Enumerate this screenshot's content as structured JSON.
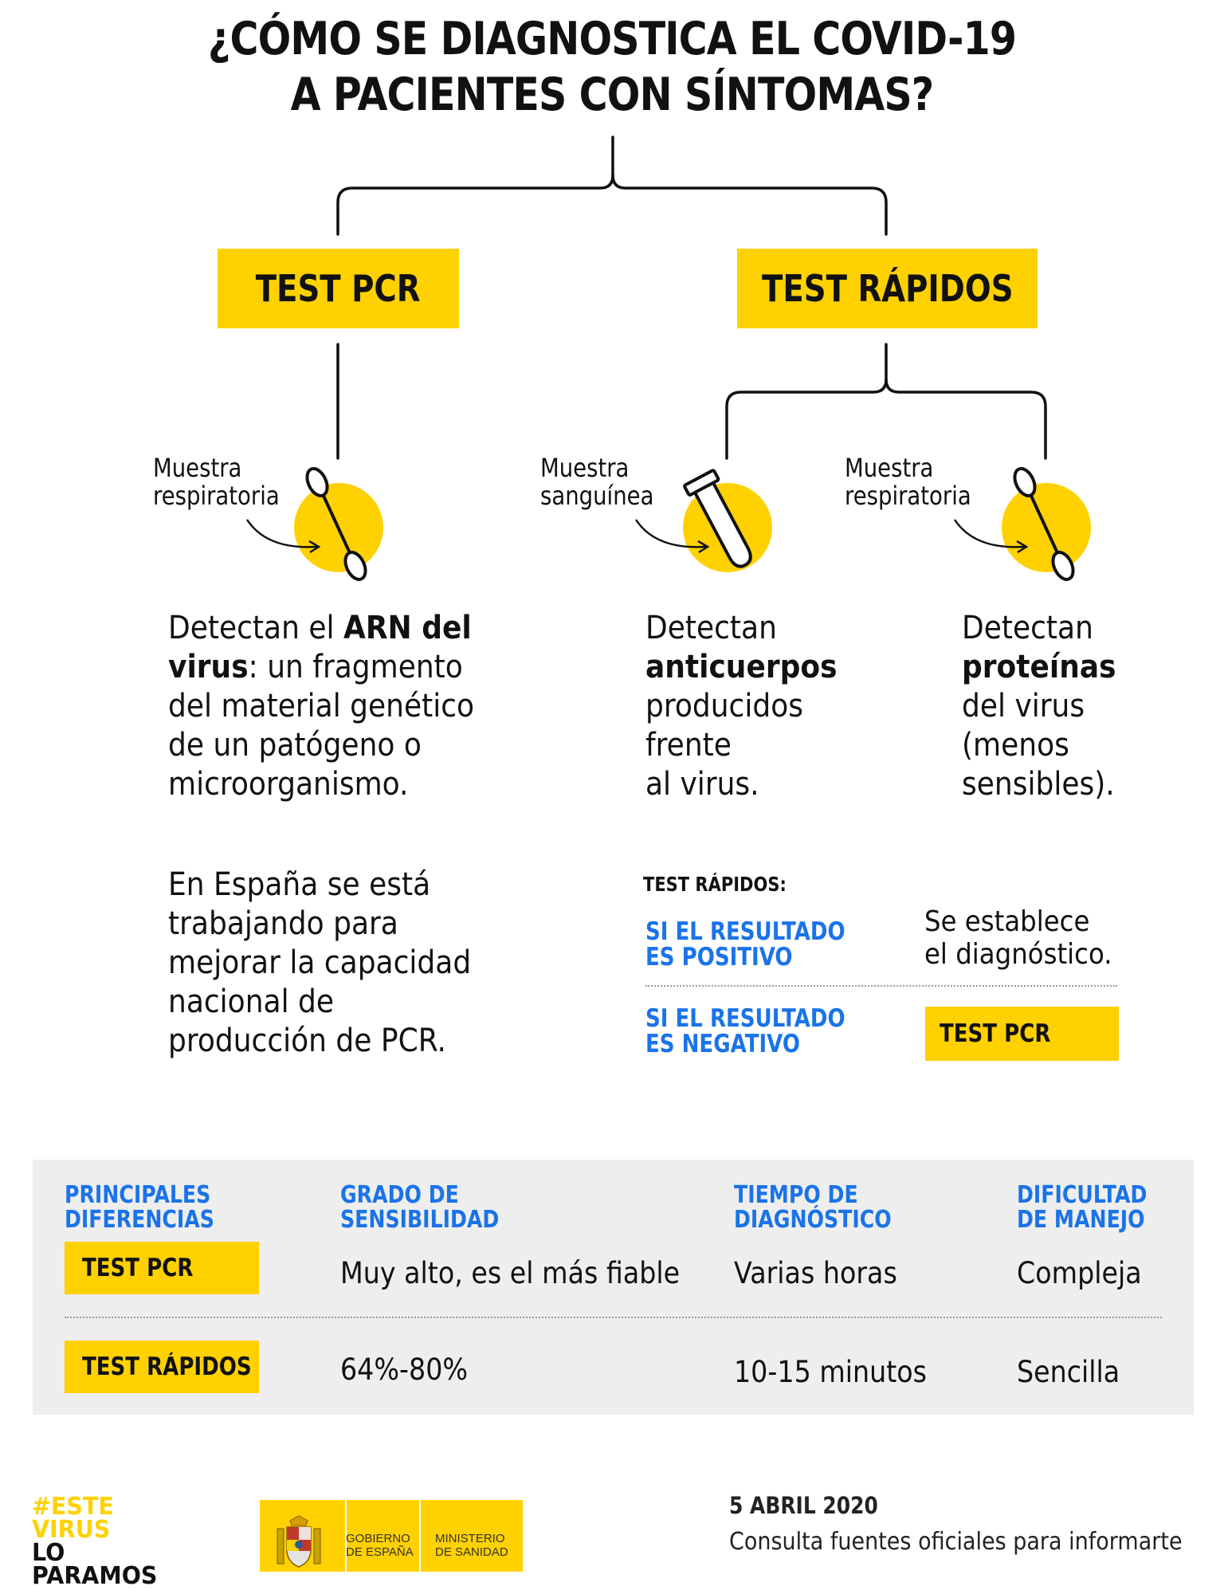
{
  "title": {
    "line1": "¿CÓMO SE DIAGNOSTICA EL COVID-19",
    "line2": "A PACIENTES CON SÍNTOMAS?"
  },
  "branches": {
    "pcr_label": "TEST PCR",
    "rapid_label": "TEST RÁPIDOS"
  },
  "samples": {
    "pcr": {
      "line1": "Muestra",
      "line2": "respiratoria",
      "icon": "swab-icon"
    },
    "blood": {
      "line1": "Muestra",
      "line2": "sanguínea",
      "icon": "test-tube-icon"
    },
    "rapid_resp": {
      "line1": "Muestra",
      "line2": "respiratoria",
      "icon": "swab-icon"
    }
  },
  "descriptions": {
    "pcr": {
      "l1a": "Detectan el ",
      "l1b": "ARN del",
      "l2a": "virus",
      "l2b": ": un fragmento",
      "l3": "del material genético",
      "l4": "de un patógeno o",
      "l5": "microorganismo."
    },
    "antibodies": {
      "l1": "Detectan",
      "l2": "anticuerpos",
      "l3": "producidos",
      "l4": "frente",
      "l5": "al virus."
    },
    "proteins": {
      "l1": "Detectan",
      "l2": "proteínas",
      "l3": "del virus",
      "l4": "(menos",
      "l5": "sensibles)."
    }
  },
  "spain_note": {
    "l1": "En España se está",
    "l2": "trabajando para",
    "l3": "mejorar la capacidad",
    "l4": "nacional de",
    "l5": "producción de PCR."
  },
  "rapid_results": {
    "heading": "TEST RÁPIDOS:",
    "positive": {
      "l1": "SI EL RESULTADO",
      "l2": "ES POSITIVO",
      "result_l1": "Se establece",
      "result_l2": "el diagnóstico."
    },
    "negative": {
      "l1": "SI EL RESULTADO",
      "l2": "ES NEGATIVO",
      "result": "TEST PCR"
    }
  },
  "table": {
    "headers": [
      {
        "l1": "PRINCIPALES",
        "l2": "DIFERENCIAS"
      },
      {
        "l1": "GRADO DE",
        "l2": "SENSIBILIDAD"
      },
      {
        "l1": "TIEMPO DE",
        "l2": "DIAGNÓSTICO"
      },
      {
        "l1": "DIFICULTAD",
        "l2": "DE MANEJO"
      }
    ],
    "rows": [
      {
        "name": "TEST PCR",
        "sensitivity": "Muy alto, es el más fiable",
        "time": "Varias horas",
        "difficulty": "Compleja"
      },
      {
        "name": "TEST RÁPIDOS",
        "sensitivity": "64%-80%",
        "time": "10-15 minutos",
        "difficulty": "Sencilla"
      }
    ]
  },
  "footer": {
    "hashtag": {
      "l1": "#ESTE",
      "l2": "VIRUS",
      "l3": "LO",
      "l4": "PARAMOS"
    },
    "gov1": {
      "l1": "GOBIERNO",
      "l2": "DE ESPAÑA"
    },
    "gov2": {
      "l1": "MINISTERIO",
      "l2": "DE SANIDAD"
    },
    "date": "5 ABRIL 2020",
    "consult": "Consulta fuentes oficiales para informarte"
  },
  "colors": {
    "accent_yellow": "#FFD100",
    "accent_blue": "#1A73E8",
    "text": "#111111",
    "panel": "#EEEEEE"
  }
}
